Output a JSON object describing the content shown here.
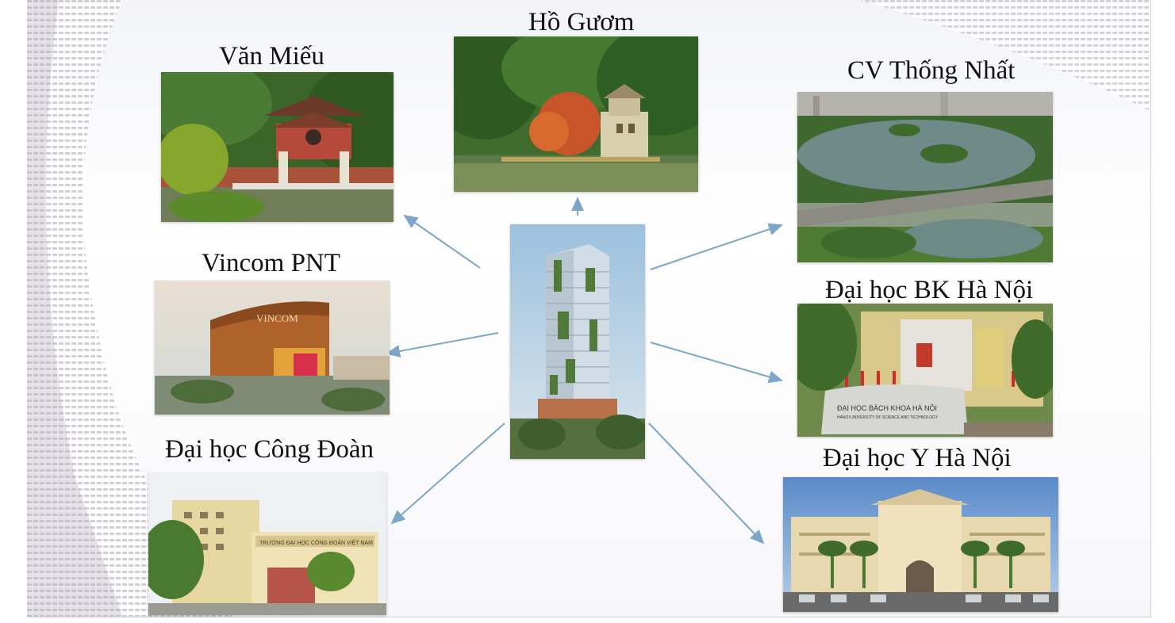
{
  "center": {
    "name": "Tower building"
  },
  "destinations": [
    {
      "id": "ho-guom",
      "label": "Hồ Gươm"
    },
    {
      "id": "van-mieu",
      "label": "Văn Miếu"
    },
    {
      "id": "cv-thong-nhat",
      "label": "CV Thống Nhất"
    },
    {
      "id": "vincom-pnt",
      "label": "Vincom PNT"
    },
    {
      "id": "dh-bk",
      "label": "Đại học BK Hà Nội"
    },
    {
      "id": "dh-cong-doan",
      "label": "Đại học Công Đoàn"
    },
    {
      "id": "dh-y",
      "label": "Đại học Y Hà Nội"
    }
  ],
  "signs": {
    "vincom": "VINCOM",
    "bk_university": "ĐẠI HỌC BÁCH KHOA HÀ NỘI",
    "bk_university_en": "HANOI UNIVERSITY OF SCIENCE AND TECHNOLOGY",
    "cong_doan": "TRƯỜNG ĐẠI HỌC CÔNG ĐOÀN VIỆT NAM"
  },
  "colors": {
    "arrow": "#7ea6c8",
    "label": "#111111"
  }
}
